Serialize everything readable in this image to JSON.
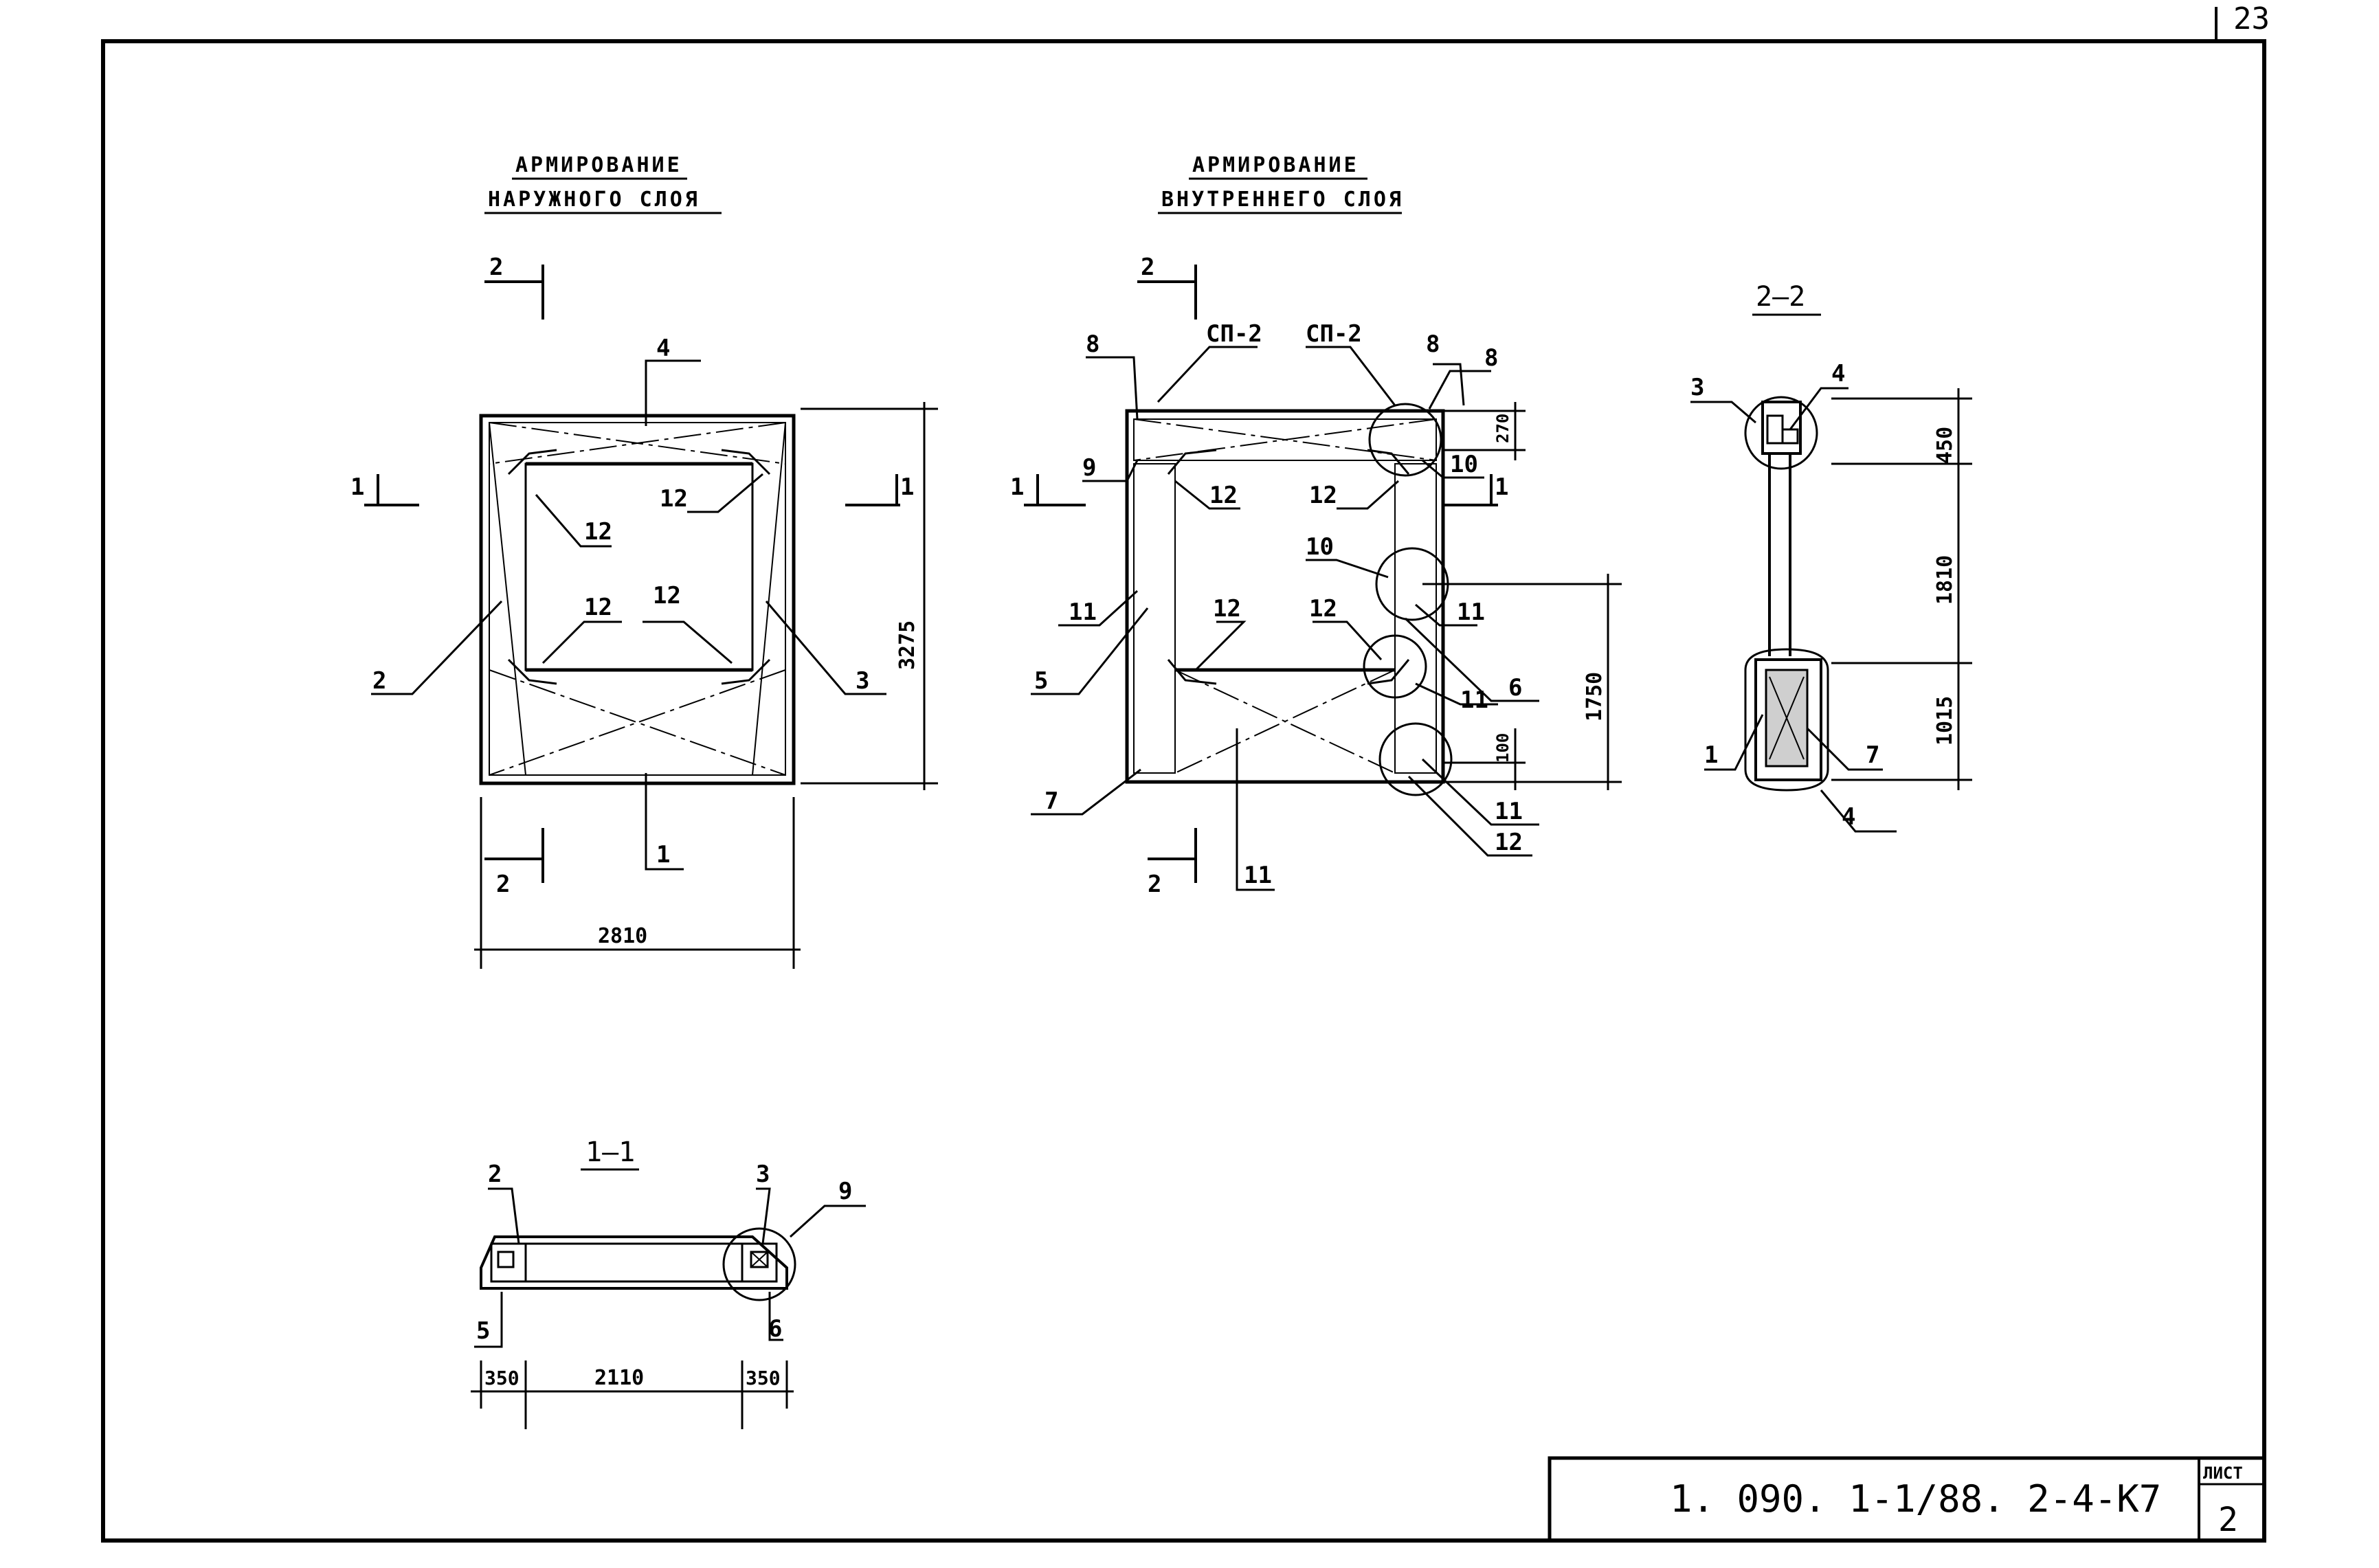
{
  "sheet": {
    "page_number": "23",
    "code": "1. 090. 1-1/88. 2-4-К7",
    "list_label": "ЛИСТ",
    "list_number": "2"
  },
  "outer_view": {
    "heading_line1": "АРМИРОВАНИЕ",
    "heading_line2": "НАРУЖНОГО СЛОЯ",
    "section_marks": [
      "2",
      "2",
      "1",
      "1"
    ],
    "callouts": [
      "4",
      "12",
      "12",
      "12",
      "12",
      "2",
      "3",
      "1"
    ],
    "dims": {
      "width": "2810",
      "height": "3275"
    }
  },
  "inner_view": {
    "heading_line1": "АРМИРОВАНИЕ",
    "heading_line2": "ВНУТРЕННЕГО СЛОЯ",
    "section_marks": [
      "2",
      "2",
      "1",
      "1"
    ],
    "callouts": [
      "8",
      "СП-2",
      "СП-2",
      "8",
      "8",
      "9",
      "10",
      "12",
      "12",
      "10",
      "11",
      "11",
      "5",
      "12",
      "12",
      "6",
      "11",
      "11",
      "7",
      "11",
      "12"
    ],
    "dims": {
      "top": "270",
      "bottom": "100",
      "right": "1750"
    }
  },
  "section_2_2": {
    "title": "2–2",
    "callouts": [
      "3",
      "4",
      "1",
      "7",
      "4"
    ],
    "dims": [
      "450",
      "1810",
      "1015"
    ]
  },
  "section_1_1": {
    "title": "1–1",
    "callouts": [
      "2",
      "3",
      "9",
      "5",
      "6"
    ],
    "dims": [
      "350",
      "2110",
      "350"
    ]
  }
}
